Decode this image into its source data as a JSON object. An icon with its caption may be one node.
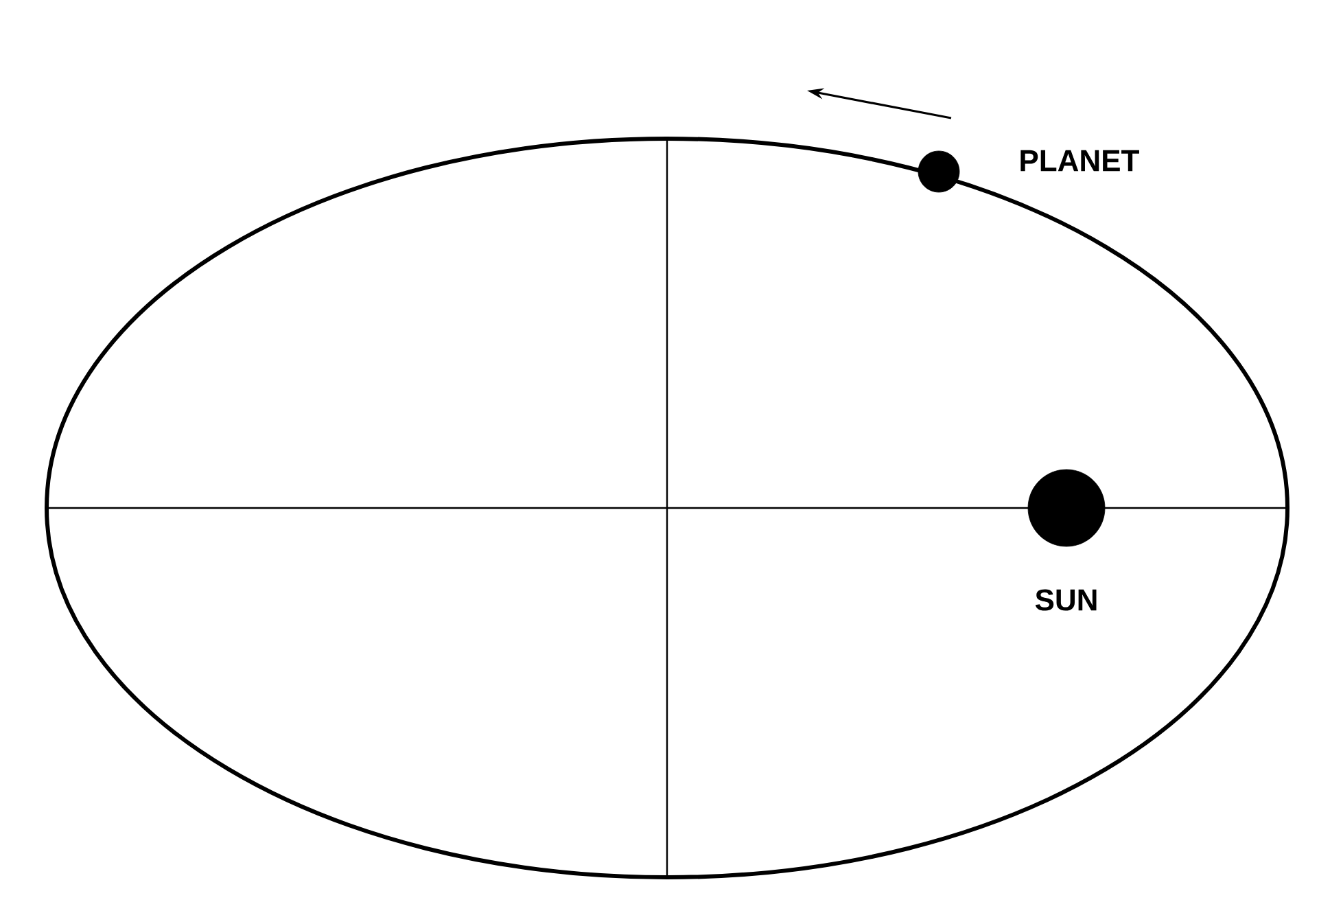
{
  "diagram": {
    "nodes": [
      {
        "text": [],
        "shape": "circle",
        "beside": [
          "PLANET"
        ]
      },
      {
        "text": [],
        "shape": "circle",
        "beside": [
          "SUN"
        ]
      }
    ]
  }
}
